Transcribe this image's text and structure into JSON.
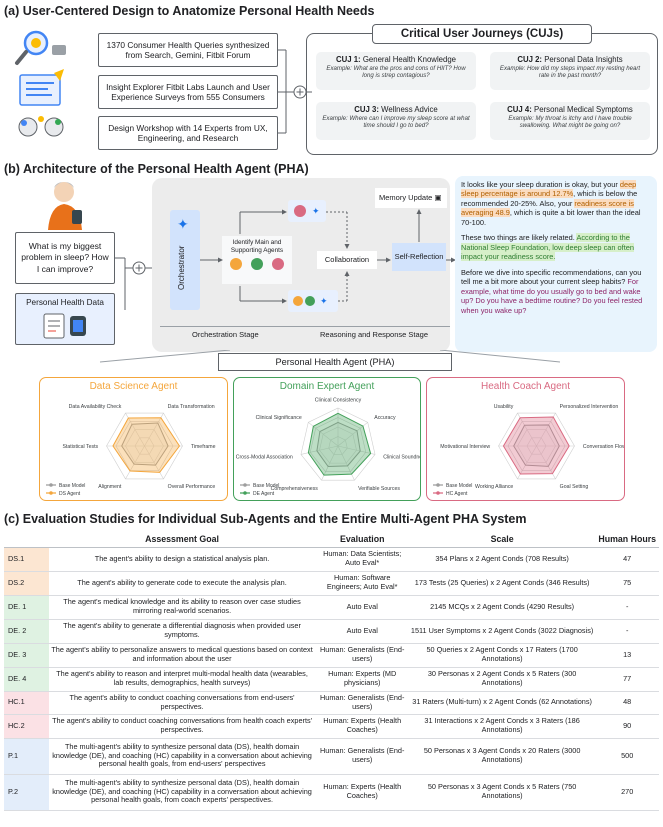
{
  "section_a": {
    "title": "(a) User-Centered Design to Anatomize Personal Health Needs",
    "sources": [
      "1370 Consumer Health Queries synthesized from Search, Gemini, Fitbit Forum",
      "Insight Explorer Fitbit Labs Launch and User Experience Surveys from 555 Consumers",
      "Design Workshop with 14 Experts from UX, Engineering, and Research"
    ],
    "cuj_title": "Critical User Journeys (CUJs)",
    "cujs": [
      {
        "id": "CUJ 1:",
        "name": "General Health Knowledge",
        "example": "Example: What are the pros and cons of HIIT? How long is strep contagious?"
      },
      {
        "id": "CUJ 2:",
        "name": "Personal Data Insights",
        "example": "Example: How did my steps impact my resting heart rate in the past month?"
      },
      {
        "id": "CUJ 3:",
        "name": "Wellness Advice",
        "example": "Example: Where can I improve my sleep score at what time should I go to bed?"
      },
      {
        "id": "CUJ 4:",
        "name": "Personal Medical Symptoms",
        "example": "Example: My throat is itchy and I have trouble swallowing. What might be going on?"
      }
    ]
  },
  "section_b": {
    "title": "(b) Architecture of the Personal Health Agent (PHA)",
    "user_query": "What is my biggest problem in sleep? How I can improve?",
    "personal_data_label": "Personal Health Data",
    "orchestrator": "Orchestrator",
    "identify_agents": "Identify Main and Supporting Agents",
    "collaboration": "Collaboration",
    "self_reflection": "Self-Reflection",
    "memory_update": "Memory Update",
    "stage1": "Orchestration Stage",
    "stage2": "Reasoning and Response Stage",
    "pha_label": "Personal Health Agent (PHA)",
    "response": {
      "p1_a": "It looks like your sleep duration is okay, but your ",
      "p1_hl1": "deep sleep percentage is around 12.7%",
      "p1_b": ", which is below the recommended 20-25%. Also, your ",
      "p1_hl2": "readiness score is averaging 48.9",
      "p1_c": ", which is quite a bit lower than the ideal 70-100.",
      "p2_a": "These two things are likely related. ",
      "p2_hl": "According to the National Sleep Foundation, low deep sleep can often impact your readiness score.",
      "p3_a": "Before we dive into specific recommendations, can you tell me a bit more about your current sleep habits? ",
      "p3_hl": "For example, what time do you usually go to bed and wake up? Do you have a bedtime routine? Do you feel rested when you wake up?"
    },
    "agents": [
      {
        "name": "Data Science Agent",
        "color": "#f4a63c",
        "axes": [
          "Data Transformation",
          "Timeframe",
          "Overall Performance",
          "Alignment",
          "Statistical Tests",
          "Data Availability Check"
        ],
        "legend": [
          "Base Model",
          "DS Agent"
        ],
        "base": [
          0.7,
          0.62,
          0.58,
          0.55,
          0.6,
          0.66
        ],
        "agent": [
          0.86,
          0.92,
          0.8,
          0.76,
          0.83,
          0.85
        ]
      },
      {
        "name": "Domain Expert Agent",
        "color": "#43a05a",
        "axes": [
          "Clinical Consistency",
          "Accuracy",
          "Clinical Soundness",
          "Verifiable Sources",
          "Comprehensiveness",
          "Cross-Modal Association",
          "Clinical Significance"
        ],
        "legend": [
          "Base Model",
          "DE Agent"
        ],
        "base": [
          0.62,
          0.64,
          0.6,
          0.58,
          0.6,
          0.57,
          0.61
        ],
        "agent": [
          0.86,
          0.84,
          0.88,
          0.82,
          0.85,
          0.8,
          0.83
        ]
      },
      {
        "name": "Health Coach Agent",
        "color": "#d96a82",
        "axes": [
          "Personalized Intervention",
          "Conversation Flow",
          "Goal Setting",
          "Working Alliance",
          "Motivational Interview",
          "Usability"
        ],
        "legend": [
          "Base Model",
          "HC Agent"
        ],
        "base": [
          0.64,
          0.6,
          0.62,
          0.58,
          0.6,
          0.63
        ],
        "agent": [
          0.88,
          0.86,
          0.84,
          0.85,
          0.87,
          0.86
        ]
      }
    ]
  },
  "section_c": {
    "title": "(c) Evaluation Studies for Individual Sub-Agents and the Entire Multi-Agent PHA System",
    "headers": [
      "",
      "Assessment Goal",
      "Evaluation",
      "Scale",
      "Human Hours"
    ],
    "rows": [
      {
        "id": "DS.1",
        "cls": "ds",
        "goal": "The agent's ability to design a statistical analysis plan.",
        "eval": "Human: Data Scientists; Auto Eval*",
        "scale": "354 Plans x 2 Agent Conds (708 Results)",
        "hours": "47"
      },
      {
        "id": "DS.2",
        "cls": "ds",
        "goal": "The agent's ability to generate code to execute the analysis plan.",
        "eval": "Human: Software Engineers; Auto Eval*",
        "scale": "173 Tests (25 Queries) x 2 Agent Conds (346 Results)",
        "hours": "75"
      },
      {
        "id": "DE. 1",
        "cls": "de",
        "goal": "The agent's medical knowledge and its ability to reason over case studies mirroring real-world scenarios.",
        "eval": "Auto Eval",
        "scale": "2145 MCQs x 2 Agent Conds (4290 Results)",
        "hours": "-"
      },
      {
        "id": "DE. 2",
        "cls": "de",
        "goal": "The agent's ability to generate a differential diagnosis when provided user symptoms.",
        "eval": "Auto Eval",
        "scale": "1511 User Symptoms x 2 Agent Conds (3022 Diagnosis)",
        "hours": "-"
      },
      {
        "id": "DE. 3",
        "cls": "de",
        "goal": "The agent's ability to personalize answers to medical questions based on context and information about the user",
        "eval": "Human: Generalists (End-users)",
        "scale": "50 Queries x 2 Agent Conds x 17 Raters (1700 Annotations)",
        "hours": "13"
      },
      {
        "id": "DE. 4",
        "cls": "de",
        "goal": "The agent's ability to reason and interpret multi-modal health data (wearables, lab results, demographics, health surveys)",
        "eval": "Human: Experts (MD physicians)",
        "scale": "30 Personas x 2 Agent Conds x 5 Raters (300 Annotations)",
        "hours": "77"
      },
      {
        "id": "HC.1",
        "cls": "hc",
        "goal": "The agent's ability to conduct coaching conversations from end-users' perspectives.",
        "eval": "Human: Generalists (End-users)",
        "scale": "31 Raters (Multi-turn) x 2 Agent Conds (62 Annotations)",
        "hours": "48"
      },
      {
        "id": "HC.2",
        "cls": "hc",
        "goal": "The agent's ability to conduct coaching conversations from health coach experts' perspectives.",
        "eval": "Human: Experts (Health Coaches)",
        "scale": "31 Interactions x 2 Agent Conds x 3 Raters (186 Annotations)",
        "hours": "90"
      },
      {
        "id": "P.1",
        "cls": "pp",
        "goal": "The multi-agent's ability to synthesize personal data (DS), health domain knowledge (DE), and coaching (HC) capability in a conversation about achieving personal health goals, from end-users' perspectives",
        "eval": "Human: Generalists (End-users)",
        "scale": "50 Personas x 3 Agent Conds x 20 Raters (3000 Annotations)",
        "hours": "500"
      },
      {
        "id": "P.2",
        "cls": "pp",
        "goal": "The multi-agent's ability to synthesize personal data (DS), health domain knowledge (DE), and coaching (HC) capability in a conversation about achieving personal health goals, from coach experts' perspectives.",
        "eval": "Human: Experts (Health Coaches)",
        "scale": "50 Personas x 3 Agent Conds x 5 Raters (750 Annotations)",
        "hours": "270"
      }
    ]
  }
}
